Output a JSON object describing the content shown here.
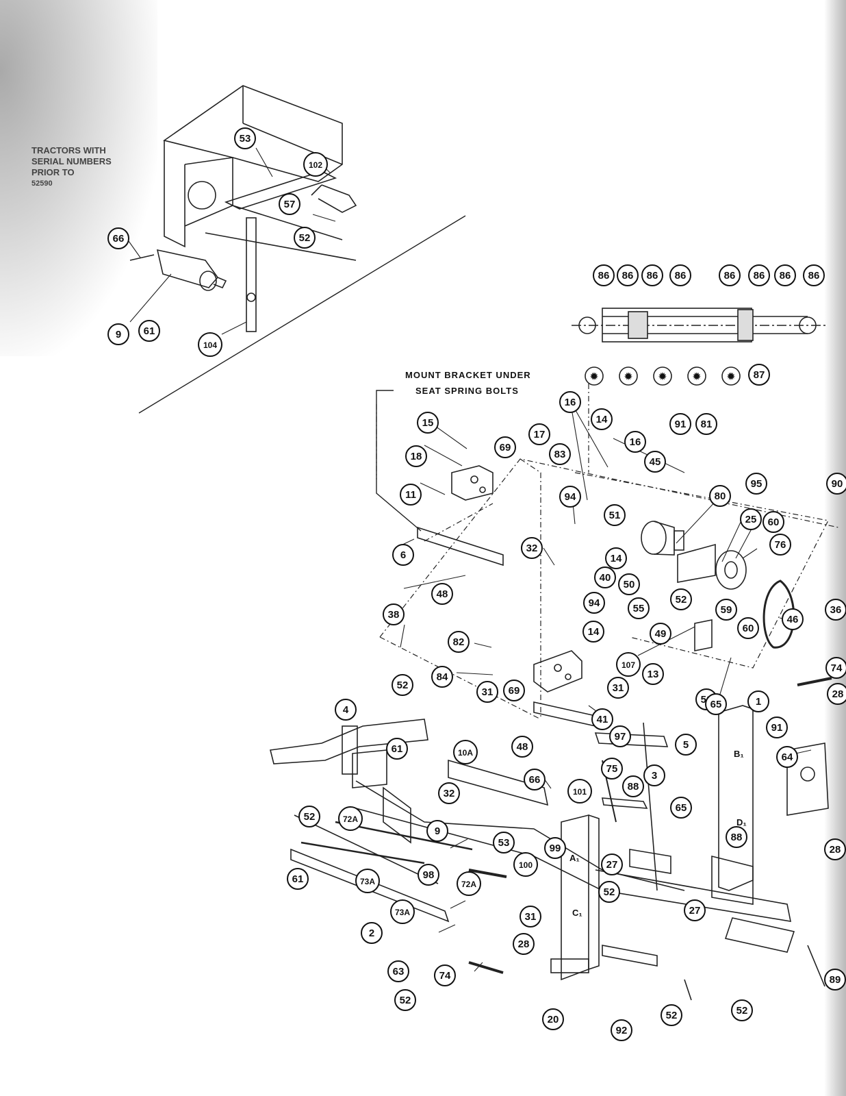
{
  "inset_caption": [
    "TRACTORS WITH",
    "SERIAL NUMBERS",
    "PRIOR TO",
    "52590"
  ],
  "mount_note": [
    "MOUNT BRACKET UNDER",
    "SEAT SPRING BOLTS"
  ],
  "callouts": {
    "c53": "53",
    "c102": "102",
    "c57": "57",
    "c52a": "52",
    "c66a": "66",
    "c9a": "9",
    "c61a": "61",
    "c104": "104",
    "c86a": "86",
    "c86b": "86",
    "c86c": "86",
    "c86d": "86",
    "c86e": "86",
    "c86f": "86",
    "c86g": "86",
    "c86h": "86",
    "c87": "87",
    "c16a": "16",
    "c14a": "14",
    "c91a": "91",
    "c81": "81",
    "c15": "15",
    "c69a": "69",
    "c17": "17",
    "c16b": "16",
    "c18": "18",
    "c83": "83",
    "c45": "45",
    "c95": "95",
    "c90": "90",
    "c11": "11",
    "c94a": "94",
    "c51a": "51",
    "c80": "80",
    "c25": "25",
    "c60a": "60",
    "c76": "76",
    "c32a": "32",
    "c14b": "14",
    "c6": "6",
    "c40": "40",
    "c50": "50",
    "c48a": "48",
    "c55": "55",
    "c52b": "52",
    "c59": "59",
    "c94b": "94",
    "c46": "46",
    "c36": "36",
    "c38": "38",
    "c14c": "14",
    "c49": "49",
    "c60b": "60",
    "c82": "82",
    "c107": "107",
    "c13": "13",
    "c69b": "69",
    "c31a": "31",
    "c84": "84",
    "c31b": "31",
    "c51b": "51",
    "c65a": "65",
    "c1": "1",
    "c52c": "52",
    "c41": "41",
    "c4": "4",
    "c97": "97",
    "c91b": "91",
    "c61b": "61",
    "c10a": "10A",
    "c5": "5",
    "c48b": "48",
    "c64": "64",
    "c75": "75",
    "c3": "3",
    "c66b": "66",
    "c32b": "32",
    "c101": "101",
    "c88a": "88",
    "c52d": "52",
    "c72a1": "72A",
    "c65b": "65",
    "c9b": "9",
    "c53b": "53",
    "c99": "99",
    "c27a": "27",
    "c88b": "88",
    "c61c": "61",
    "c73a1": "73A",
    "c100": "100",
    "c98": "98",
    "c72a2": "72A",
    "c52e": "52",
    "c73a2": "73A",
    "c31c": "31",
    "c27b": "27",
    "c2": "2",
    "c28a": "28",
    "c63": "63",
    "c74a": "74",
    "c52f": "52",
    "c20": "20",
    "c92": "92",
    "c52g": "52",
    "c52h": "52",
    "c89": "89",
    "c28b": "28",
    "c74b": "74",
    "c28c": "28"
  },
  "frame_labels": {
    "a1": "A₁",
    "b1": "B₁",
    "c1": "C₁",
    "d1": "D₁"
  }
}
